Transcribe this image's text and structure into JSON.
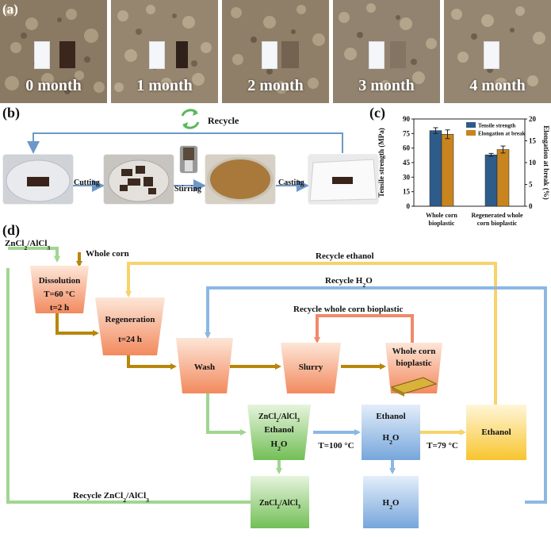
{
  "panel_labels": {
    "a": "(a)",
    "b": "(b)",
    "c": "(c)",
    "d": "(d)"
  },
  "panel_a": {
    "months": [
      "0 month",
      "1 month",
      "2 month",
      "3 month",
      "4 month"
    ]
  },
  "panel_b": {
    "recycle_label": "Recycle",
    "steps": [
      "Cutting",
      "Stirring",
      "Casting"
    ]
  },
  "chart_data": {
    "type": "bar",
    "categories": [
      "Whole corn bioplastic",
      "Regenerated whole corn bioplastic"
    ],
    "series": [
      {
        "name": "Tensile strength",
        "axis": "left",
        "color": "#2e5c8a",
        "values": [
          78,
          53
        ],
        "errors": [
          3,
          1.5
        ]
      },
      {
        "name": "Elongation at break",
        "axis": "right",
        "color": "#c8841e",
        "values": [
          16.5,
          13
        ],
        "errors": [
          1,
          0.8
        ]
      }
    ],
    "ylabel": "Tensile strength (MPa)",
    "y2label": "Elongation at break (%)",
    "ylim": [
      0,
      90
    ],
    "y2lim": [
      0,
      20
    ],
    "yticks": [
      0,
      15,
      30,
      45,
      60,
      75,
      90
    ],
    "y2ticks": [
      0,
      5,
      10,
      15,
      20
    ],
    "legend_position": "top-right"
  },
  "panel_d": {
    "left_input": "ZnCl2/AlCl3",
    "top_input": "Whole corn",
    "dissolution": {
      "title": "Dissolution",
      "temp": "T=60 °C",
      "time": "t=2 h"
    },
    "regeneration": {
      "title": "Regeneration",
      "time": "t=24 h"
    },
    "wash": "Wash",
    "slurry": "Slurry",
    "product": {
      "line1": "Whole corn",
      "line2": "bioplastic"
    },
    "mixture": {
      "line1": "ZnCl2/AlCl3",
      "line2": "Ethanol",
      "line3": "H2O"
    },
    "distill1": {
      "line1": "Ethanol",
      "line2": "H2O"
    },
    "ethanol_out": "Ethanol",
    "salt_out": "ZnCl2/AlCl3",
    "water_out": "H2O",
    "t100": "T=100 °C",
    "t79": "T=79 °C",
    "recycle_ethanol": "Recycle  ethanol",
    "recycle_water": "Recycle H2O",
    "recycle_bioplastic": "Recycle whole corn bioplastic",
    "recycle_salt": "Recycle ZnCl2/AlCl3"
  }
}
